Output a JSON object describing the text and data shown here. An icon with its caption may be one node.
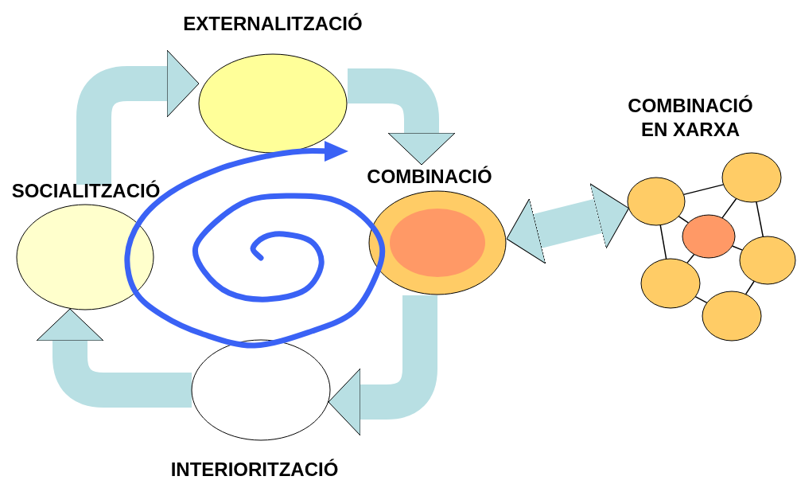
{
  "diagram": {
    "nodes": [
      {
        "text": [
          "EXTERNALITZACIÓ"
        ]
      },
      {
        "text": [
          "COMBINACIÓ"
        ]
      },
      {
        "text": [
          "INTERIORITZACIÓ"
        ]
      },
      {
        "text": [
          "SOCIALITZACIÓ"
        ]
      },
      {
        "text": [],
        "shape": "circle"
      },
      {
        "text": [],
        "shape": "circle"
      },
      {
        "text": [],
        "shape": "circle"
      },
      {
        "text": [],
        "shape": "circle"
      },
      {
        "text": [],
        "shape": "circle"
      },
      {
        "text": [],
        "shape": "circle"
      }
    ],
    "edges": [
      {
        "from": 3,
        "to": 0,
        "arrow": "to",
        "style": "thick",
        "color": "#b8dfe3"
      },
      {
        "from": 0,
        "to": 1,
        "arrow": "to",
        "style": "thick",
        "color": "#b8dfe3"
      },
      {
        "from": 1,
        "to": 2,
        "arrow": "to",
        "style": "thick",
        "color": "#b8dfe3"
      },
      {
        "from": 2,
        "to": 3,
        "arrow": "to",
        "style": "thick",
        "color": "#b8dfe3"
      },
      {
        "from": 1,
        "to": 5,
        "arrow": "both",
        "style": "thick",
        "color": "#b8dfe3"
      },
      {
        "from": 5,
        "to": 4,
        "arrow": "none"
      },
      {
        "from": 4,
        "to": 6,
        "arrow": "none"
      },
      {
        "from": 4,
        "to": 7,
        "arrow": "none"
      },
      {
        "from": 5,
        "to": 6,
        "arrow": "none"
      },
      {
        "from": 5,
        "to": 8,
        "arrow": "none"
      },
      {
        "from": 6,
        "to": 8,
        "arrow": "none"
      },
      {
        "from": 6,
        "to": 7,
        "arrow": "none"
      },
      {
        "from": 7,
        "to": 9,
        "arrow": "none"
      },
      {
        "from": 8,
        "to": 9,
        "arrow": "none"
      }
    ],
    "labels": [
      "COMBINACIÓ EN XARXA"
    ]
  }
}
